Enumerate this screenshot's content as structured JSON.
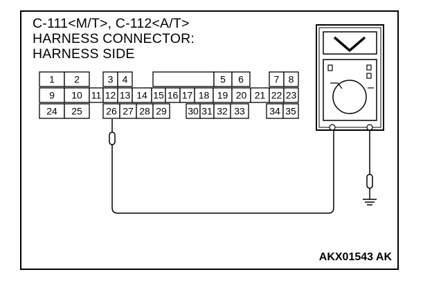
{
  "diagram": {
    "title_lines": [
      "C-111<M/T>, C-112<A/T>",
      "HARNESS CONNECTOR:",
      "HARNESS SIDE"
    ],
    "code": "AKX01543 AK",
    "connector": {
      "row1": [
        "1",
        "2",
        "3",
        "4",
        "",
        "5",
        "6",
        "7",
        "8"
      ],
      "row2": [
        "9",
        "10",
        "11",
        "12",
        "13",
        "14",
        "15",
        "16",
        "17",
        "18",
        "19",
        "20",
        "21",
        "22",
        "23"
      ],
      "row3": [
        "24",
        "25",
        "26",
        "27",
        "28",
        "29",
        "30",
        "31",
        "32",
        "33",
        "34",
        "35"
      ],
      "probe_pin": "26"
    },
    "meter": {
      "display_symbol": "V",
      "mode": "voltmeter"
    },
    "ground_symbol": "ground"
  }
}
